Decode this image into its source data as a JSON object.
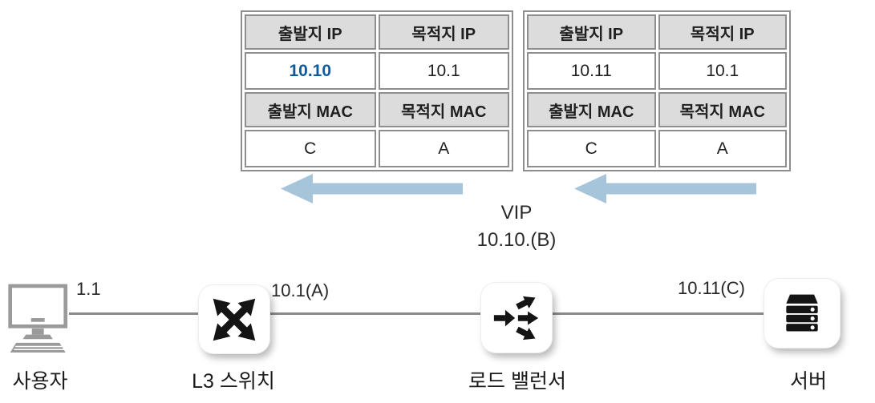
{
  "colors": {
    "arrow": "#a7c5da",
    "highlight_blue": "#0e5a9c",
    "table_border": "#8e8e8e",
    "header_bg": "#dcdcdc",
    "icon_gray": "#9a9a9a",
    "line_gray": "#8a8a8a",
    "glyph_black": "#141414",
    "text": "#1f1f1f"
  },
  "tables": [
    {
      "rows": [
        {
          "cells": [
            "출발지 IP",
            "목적지 IP"
          ]
        },
        {
          "cells": [
            "10.10",
            "10.1"
          ]
        },
        {
          "cells": [
            "출발지 MAC",
            "목적지 MAC"
          ]
        },
        {
          "cells": [
            "C",
            "A"
          ]
        }
      ]
    },
    {
      "rows": [
        {
          "cells": [
            "출발지 IP",
            "목적지 IP"
          ]
        },
        {
          "cells": [
            "10.11",
            "10.1"
          ]
        },
        {
          "cells": [
            "출발지 MAC",
            "목적지 MAC"
          ]
        },
        {
          "cells": [
            "C",
            "A"
          ]
        }
      ]
    }
  ],
  "vip": {
    "line1": "VIP",
    "line2": "10.10.(B)"
  },
  "links": {
    "user_switch": "1.1",
    "switch_lb": "10.1(A)",
    "lb_server": "10.11(C)"
  },
  "nodes": {
    "user": "사용자",
    "switch": "L3 스위치",
    "load_balancer": "로드 밸런서",
    "server": "서버"
  },
  "icons": {
    "user": "desktop-computer-icon",
    "switch": "crossed-arrows-icon",
    "load_balancer": "fan-out-arrows-icon",
    "server": "server-stack-icon",
    "flow_left": "left-arrow-icon",
    "flow_right": "left-arrow-icon"
  }
}
